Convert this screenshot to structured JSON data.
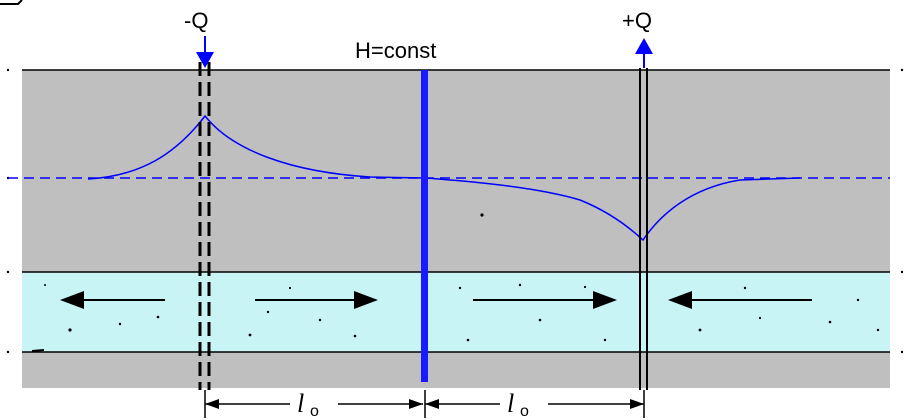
{
  "labels": {
    "minus_q": "-Q",
    "plus_q": "+Q",
    "h_const": "H=const",
    "dim_left_l": "l",
    "dim_left_sub": "o",
    "dim_right_l": "l",
    "dim_right_sub": "o"
  },
  "colors": {
    "overburden": "#bfbfbf",
    "aquifer": "#c8f4f6",
    "line_blue": "#0000ff",
    "boundary_blue": "#1a1aff",
    "ink": "#000000"
  }
}
